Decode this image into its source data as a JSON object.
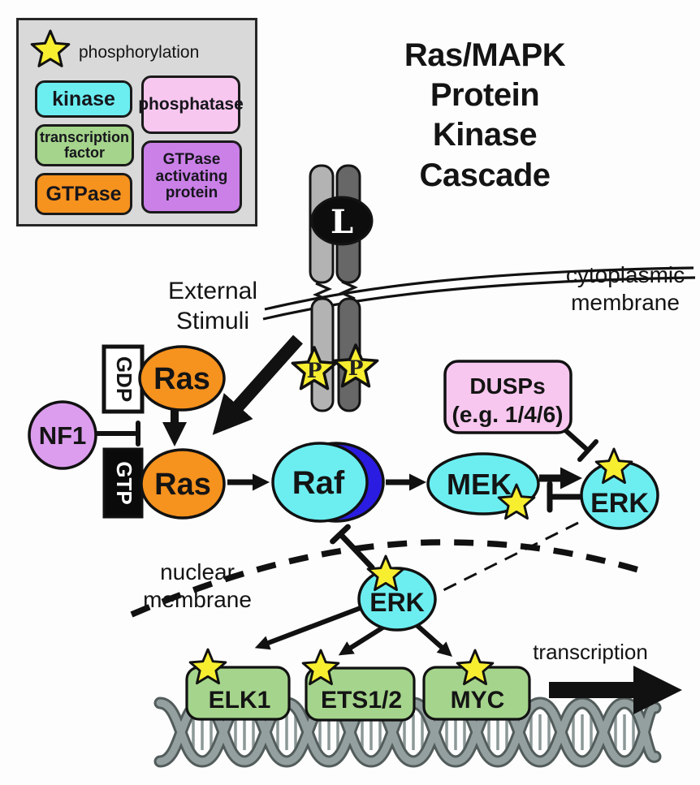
{
  "title": "Ras/MAPK\nProtein Kinase Cascade",
  "legend": {
    "phosphorylation": "phosphorylation",
    "kinase": "kinase",
    "phosphatase": "phosphatase",
    "transcription_factor": "transcription factor",
    "gap": "GTPase activating protein",
    "gtpase": "GTPase"
  },
  "labels": {
    "external_stimuli": "External Stimuli",
    "cytoplasmic_membrane": "cytoplasmic membrane",
    "nuclear_membrane": "nuclear membrane",
    "transcription": "transcription"
  },
  "nodes": {
    "ligand": "L",
    "phospho_site": "P",
    "ras": "Ras",
    "gdp": "GDP",
    "gtp": "GTP",
    "nf1": "NF1",
    "raf": "Raf",
    "mek": "MEK",
    "erk": "ERK",
    "dusps": "DUSPs\n(e.g. 1/4/6)",
    "elk1": "ELK1",
    "ets12": "ETS1/2",
    "myc": "MYC"
  },
  "colors": {
    "kinase": "#6ceef1",
    "phosphatase": "#f8c7ef",
    "transcription_factor": "#a5d48c",
    "gtpase": "#f6921e",
    "gap": "#cb80e8",
    "nf1": "#dc9dee",
    "star": "#f8ee30",
    "raf_accent": "#2a1ce0",
    "receptor_light": "#b3b3b3",
    "receptor_dark": "#676767",
    "ligand_fill": "#0d0d0d",
    "legend_bg": "#d9d9d9",
    "dna_core": "#93a09f",
    "dna_outline": "#525c5b"
  }
}
